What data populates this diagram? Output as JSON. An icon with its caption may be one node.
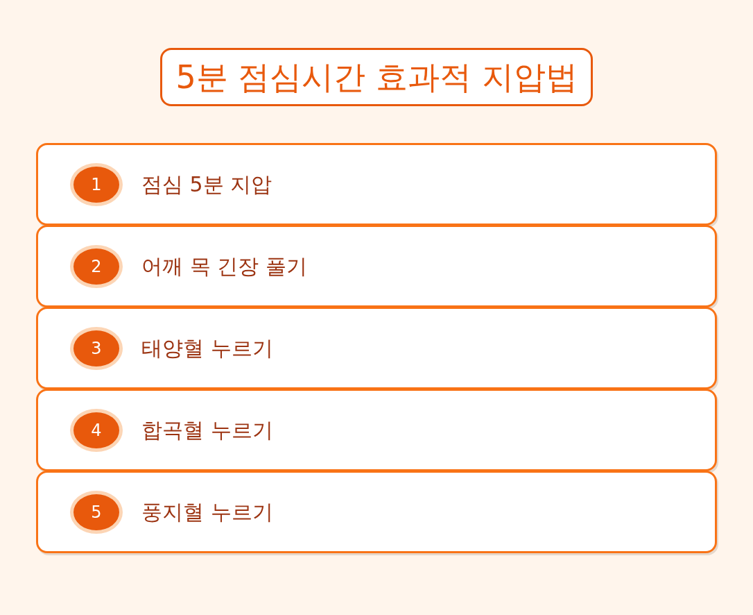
{
  "diagram": {
    "title": "5분 점심시간 효과적 지압법",
    "nodes": [
      {
        "text": [
          "점심 5분 지압"
        ]
      },
      {
        "text": [
          "1"
        ],
        "in": 0
      },
      {
        "text": [
          "어깨 목 긴장 풀기"
        ]
      },
      {
        "text": [
          "2"
        ],
        "in": 2
      },
      {
        "text": [
          "태양혈 누르기"
        ]
      },
      {
        "text": [
          "3"
        ],
        "in": 4
      },
      {
        "text": [
          "합곡혈 누르기"
        ]
      },
      {
        "text": [
          "4"
        ],
        "in": 6
      },
      {
        "text": [
          "풍지혈 누르기"
        ]
      },
      {
        "text": [
          "5"
        ],
        "in": 8
      }
    ]
  }
}
